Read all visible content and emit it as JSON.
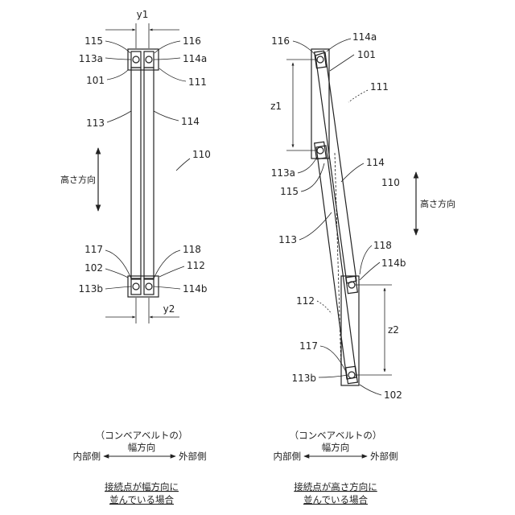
{
  "left_panel": {
    "dim_top": "y1",
    "dim_bottom": "y2",
    "refs": {
      "r115": "115",
      "r116": "116",
      "r113a": "113a",
      "r114a": "114a",
      "r101": "101",
      "r111": "111",
      "r113": "113",
      "r114": "114",
      "r110": "110",
      "r117": "117",
      "r118": "118",
      "r102": "102",
      "r112": "112",
      "r113b": "113b",
      "r114b": "114b"
    },
    "height_direction": "高さ方向",
    "caption": {
      "line1": "（コンベアベルトの）",
      "line2": "幅方向",
      "inner": "内部側",
      "outer": "外部側",
      "title1": "接続点が幅方向に",
      "title2": "並んでいる場合"
    }
  },
  "right_panel": {
    "dim_top": "z1",
    "dim_bottom": "z2",
    "refs": {
      "r116": "116",
      "r114a": "114a",
      "r101": "101",
      "r111": "111",
      "r114": "114",
      "r113a": "113a",
      "r110": "110",
      "r115": "115",
      "r113": "113",
      "r118": "118",
      "r114b": "114b",
      "r112": "112",
      "r117": "117",
      "r113b": "113b",
      "r102": "102"
    },
    "height_direction": "高さ方向",
    "caption": {
      "line1": "（コンベアベルトの）",
      "line2": "幅方向",
      "inner": "内部側",
      "outer": "外部側",
      "title1": "接続点が高さ方向に",
      "title2": "並んでいる場合"
    }
  }
}
